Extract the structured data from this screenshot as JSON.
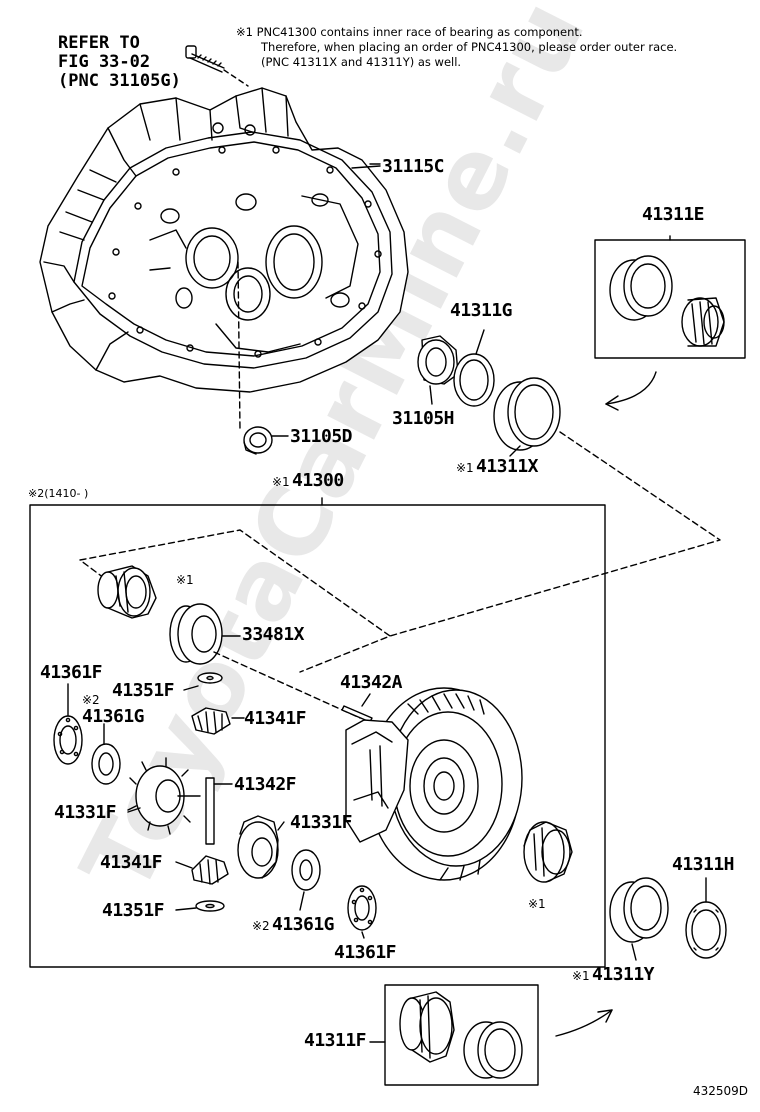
{
  "watermark": "ToyotaCarMine.ru",
  "refer": {
    "line1": "REFER TO",
    "line2": "FIG 33-02",
    "line3": "(PNC 31105G)"
  },
  "note": {
    "line1": "※1 PNC41300 contains inner race of bearing as component.",
    "line2": "Therefore, when placing an order of PNC41300, please order outer race.",
    "line3": "(PNC 41311X and 41311Y) as well."
  },
  "labels": {
    "p31115C": "31115C",
    "p41311E": "41311E",
    "p41311G": "41311G",
    "p31105H": "31105H",
    "p31105D": "31105D",
    "p41311X": "41311X",
    "p41300": "41300",
    "p33481X": "33481X",
    "p41361F_a": "41361F",
    "p41351F_a": "41351F",
    "p41342A": "41342A",
    "p41361G_a": "41361G",
    "p41341F_a": "41341F",
    "p41342F": "41342F",
    "p41331F_a": "41331F",
    "p41331F_b": "41331F",
    "p41341F_b": "41341F",
    "p41351F_b": "41351F",
    "p41361G_b": "41361G",
    "p41361F_b": "41361F",
    "p41311H": "41311H",
    "p41311Y": "41311Y",
    "p41311F": "41311F"
  },
  "marks": {
    "m1_41311X": "※1",
    "m1_41300": "※1",
    "m2_box": "※2(1410-   )",
    "m1_bearing": "※1",
    "m2_41361G_a": "※2",
    "m2_41361G_b": "※2",
    "m1_right_bearing": "※1",
    "m1_41311Y": "※1"
  },
  "doc_number": "432509D"
}
